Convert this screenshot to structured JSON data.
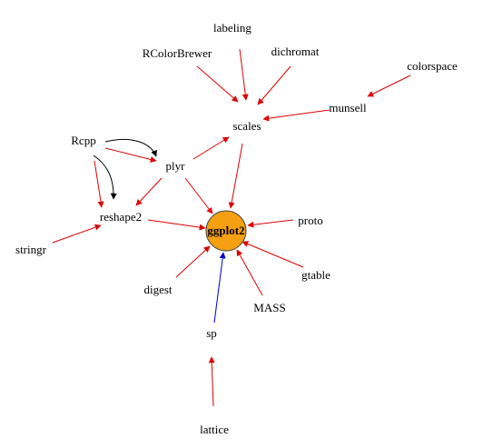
{
  "colors": {
    "dependency_edge": "#dd0000",
    "highlight_edge": "#0000cc",
    "self_loop_edge": "#000000",
    "center_fill": "#f5a011",
    "center_stroke": "#444444"
  },
  "nodes": {
    "ggplot2": "ggplot2",
    "labeling": "labeling",
    "RColorBrewer": "RColorBrewer",
    "dichromat": "dichromat",
    "colorspace": "colorspace",
    "munsell": "munsell",
    "scales": "scales",
    "Rcpp": "Rcpp",
    "plyr": "plyr",
    "reshape2": "reshape2",
    "stringr": "stringr",
    "proto": "proto",
    "digest": "digest",
    "gtable": "gtable",
    "MASS": "MASS",
    "sp": "sp",
    "lattice": "lattice"
  },
  "edges": [
    {
      "from": "labeling",
      "to": "scales",
      "kind": "dependency"
    },
    {
      "from": "RColorBrewer",
      "to": "scales",
      "kind": "dependency"
    },
    {
      "from": "dichromat",
      "to": "scales",
      "kind": "dependency"
    },
    {
      "from": "colorspace",
      "to": "munsell",
      "kind": "dependency"
    },
    {
      "from": "munsell",
      "to": "scales",
      "kind": "dependency"
    },
    {
      "from": "plyr",
      "to": "scales",
      "kind": "dependency"
    },
    {
      "from": "Rcpp",
      "to": "plyr",
      "kind": "dependency"
    },
    {
      "from": "Rcpp",
      "to": "plyr",
      "kind": "loop"
    },
    {
      "from": "Rcpp",
      "to": "reshape2",
      "kind": "dependency"
    },
    {
      "from": "Rcpp",
      "to": "reshape2",
      "kind": "loop"
    },
    {
      "from": "plyr",
      "to": "reshape2",
      "kind": "dependency"
    },
    {
      "from": "stringr",
      "to": "reshape2",
      "kind": "dependency"
    },
    {
      "from": "scales",
      "to": "ggplot2",
      "kind": "dependency"
    },
    {
      "from": "plyr",
      "to": "ggplot2",
      "kind": "dependency"
    },
    {
      "from": "reshape2",
      "to": "ggplot2",
      "kind": "dependency"
    },
    {
      "from": "proto",
      "to": "ggplot2",
      "kind": "dependency"
    },
    {
      "from": "digest",
      "to": "ggplot2",
      "kind": "dependency"
    },
    {
      "from": "gtable",
      "to": "ggplot2",
      "kind": "dependency"
    },
    {
      "from": "MASS",
      "to": "ggplot2",
      "kind": "dependency"
    },
    {
      "from": "sp",
      "to": "ggplot2",
      "kind": "highlight"
    },
    {
      "from": "lattice",
      "to": "sp",
      "kind": "dependency"
    }
  ]
}
